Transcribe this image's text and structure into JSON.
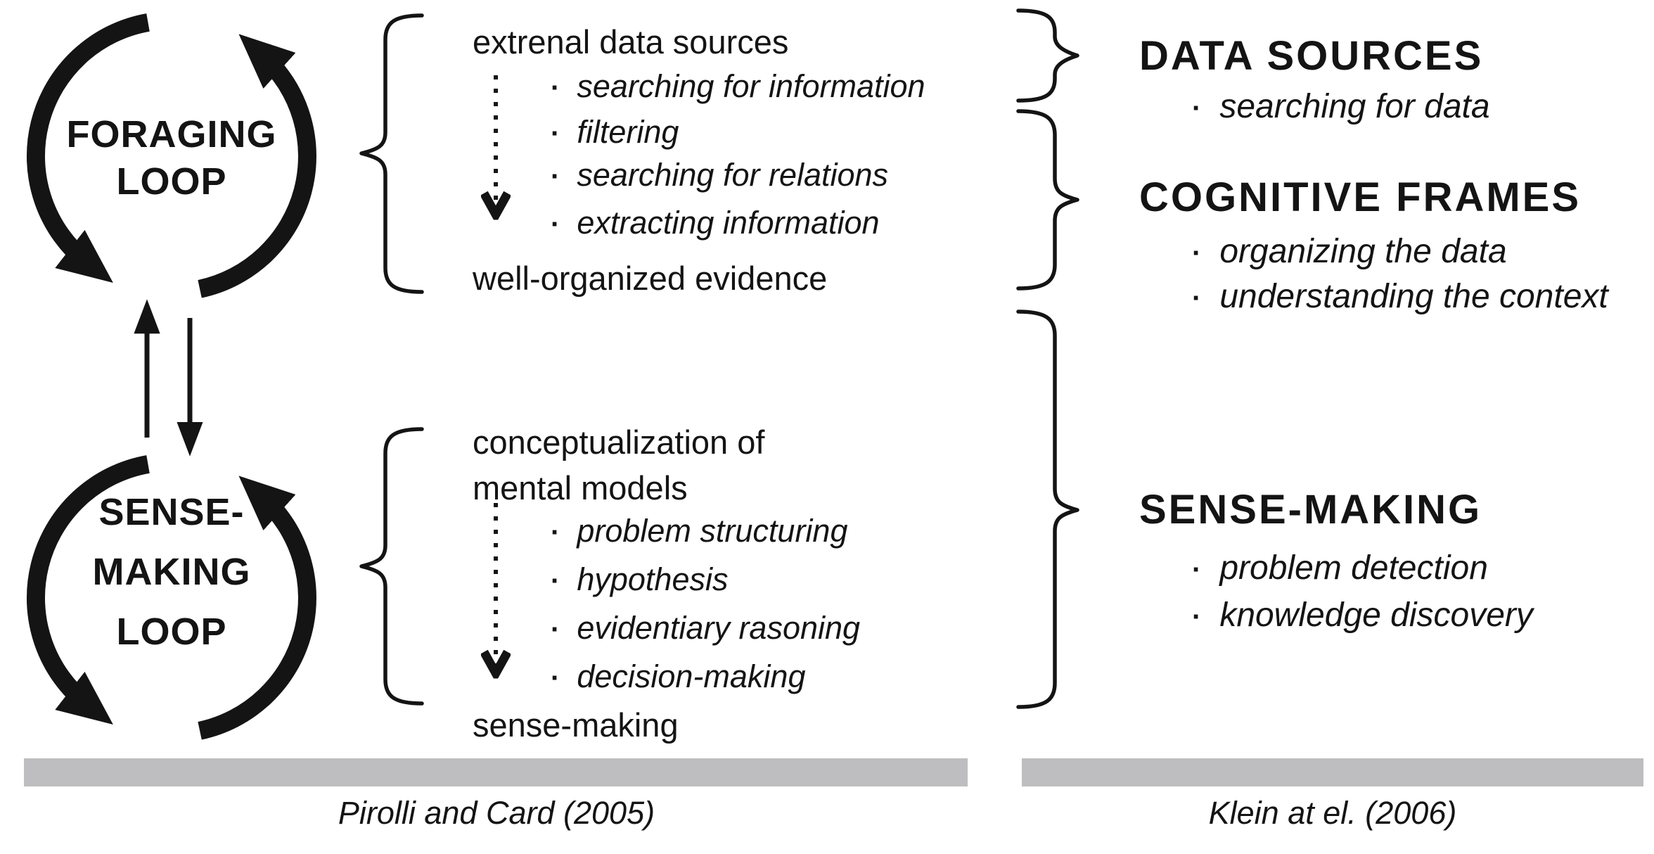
{
  "colors": {
    "ink": "#141414",
    "bar": "#bebec0"
  },
  "left": {
    "foraging_loop": {
      "line1": "FORAGING",
      "line2": "LOOP"
    },
    "sense_loop": {
      "line1": "SENSE-",
      "line2": "MAKING",
      "line3": "LOOP"
    },
    "citation": "Pirolli and Card (2005)"
  },
  "middle": {
    "top": {
      "input": "extrenal data sources",
      "steps": [
        "searching for information",
        "filtering",
        "searching for relations",
        "extracting information"
      ],
      "output": "well-organized evidence"
    },
    "bottom": {
      "input_line1": "conceptualization of",
      "input_line2": "mental models",
      "steps": [
        "problem structuring",
        "hypothesis",
        "evidentiary rasoning",
        "decision-making"
      ],
      "output": "sense-making"
    }
  },
  "right": {
    "sections": [
      {
        "heading": "DATA SOURCES",
        "items": [
          "searching for data"
        ]
      },
      {
        "heading": "COGNITIVE FRAMES",
        "items": [
          "organizing the data",
          "understanding the context"
        ]
      },
      {
        "heading": "SENSE-MAKING",
        "items": [
          "problem detection",
          "knowledge discovery"
        ]
      }
    ],
    "citation": "Klein at el. (2006)"
  }
}
